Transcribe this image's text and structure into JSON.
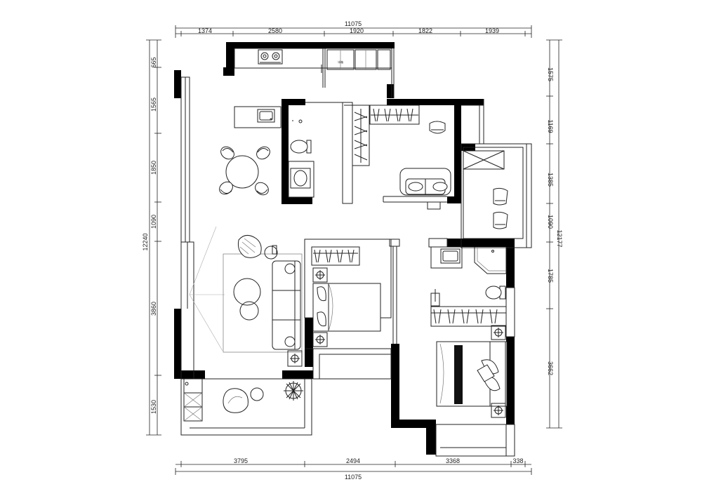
{
  "dimensions": {
    "top_total": "11075",
    "top_segments": [
      "1374",
      "2580",
      "1920",
      "1822",
      "1939"
    ],
    "bottom_segments": [
      "3795",
      "2494",
      "3368",
      "338"
    ],
    "bottom_total": "11075",
    "left_total": "12240",
    "left_segments": [
      "665",
      "1565",
      "1850",
      "1090",
      "3860",
      "1530"
    ],
    "right_total": "12177",
    "right_segments": [
      "1575",
      "1169",
      "1385",
      "1090",
      "1785",
      "3662"
    ]
  },
  "appliance_label": "冰箱"
}
